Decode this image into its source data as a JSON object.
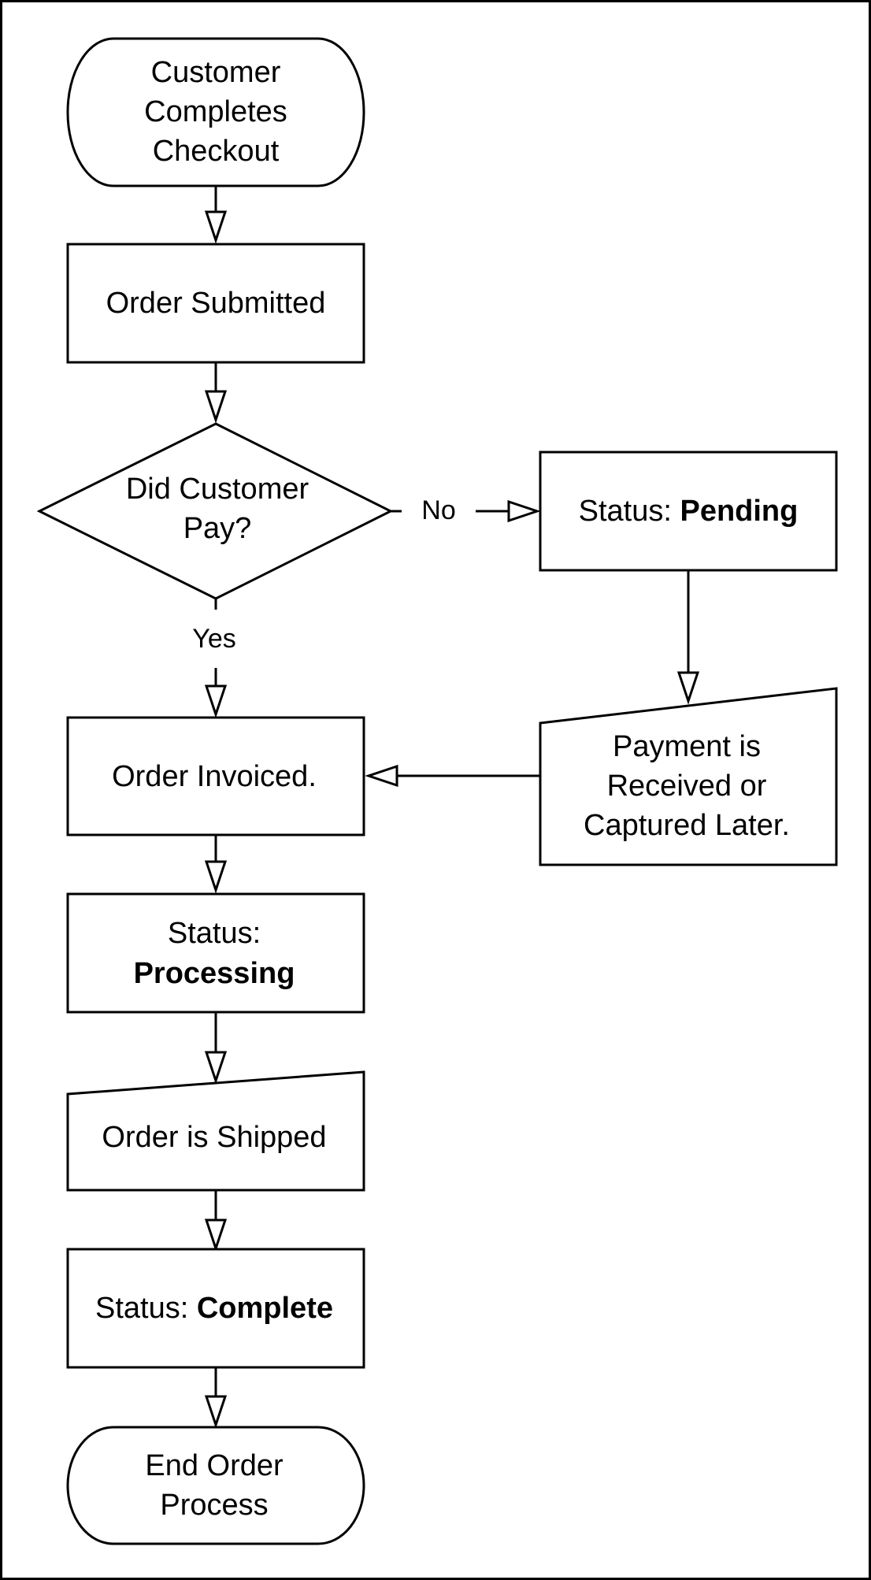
{
  "colors": {
    "stroke": "#000000",
    "fill": "#ffffff"
  },
  "nodes": {
    "start": {
      "lines": [
        "Customer",
        "Completes",
        "Checkout"
      ]
    },
    "order_submitted": {
      "label": "Order Submitted"
    },
    "decision": {
      "lines": [
        "Did Customer",
        "Pay?"
      ]
    },
    "status_pending": {
      "prefix": "Status: ",
      "value": "Pending"
    },
    "payment_later": {
      "lines": [
        "Payment is",
        "Received or",
        "Captured Later."
      ]
    },
    "order_invoiced": {
      "label": "Order Invoiced."
    },
    "status_processing": {
      "prefix": "Status:",
      "value": "Processing"
    },
    "order_shipped": {
      "label": "Order is Shipped"
    },
    "status_complete": {
      "prefix": "Status: ",
      "value": "Complete"
    },
    "end": {
      "lines": [
        "End Order",
        "Process"
      ]
    }
  },
  "edges": {
    "no_label": "No",
    "yes_label": "Yes"
  }
}
